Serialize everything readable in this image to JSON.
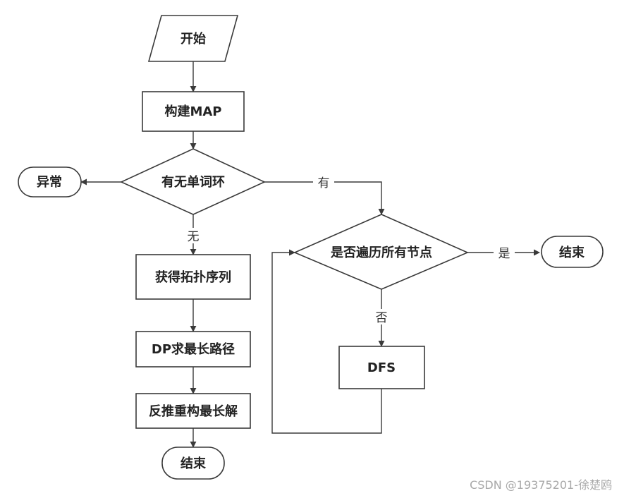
{
  "nodes": {
    "start": "开始",
    "build_map": "构建MAP",
    "check_cycle": "有无单词环",
    "exception": "异常",
    "topo_sort": "获得拓扑序列",
    "dp_longest": "DP求最长路径",
    "rebuild": "反推重构最长解",
    "end_left": "结束",
    "all_visited": "是否遍历所有节点",
    "end_right": "结束",
    "dfs": "DFS"
  },
  "edges": {
    "cycle_yes": "有",
    "cycle_no": "无",
    "visited_yes": "是",
    "visited_no": "否"
  },
  "watermark": "CSDN @19375201-徐楚鸥"
}
